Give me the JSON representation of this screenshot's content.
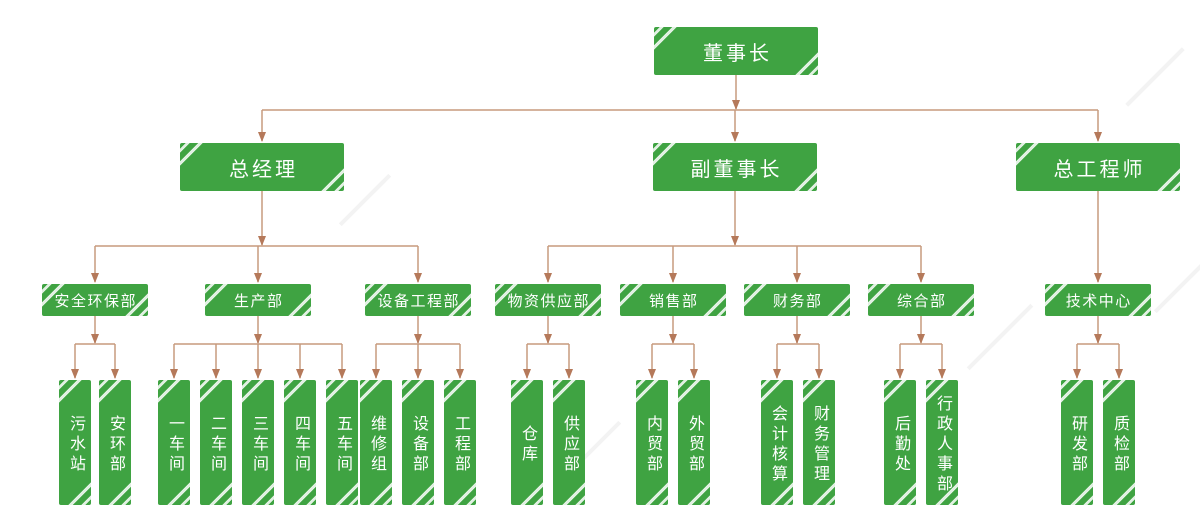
{
  "colors": {
    "node_green": "#3fa342",
    "node_text": "#ffffff",
    "connector_line": "#c79a7d",
    "connector_arrow": "#b5795a",
    "background": "#ffffff"
  },
  "orgchart": {
    "nodes": [
      {
        "id": "chairman",
        "label": "董事长",
        "level": 1
      },
      {
        "id": "general-manager",
        "label": "总经理",
        "level": 2
      },
      {
        "id": "vice-chairman",
        "label": "副董事长",
        "level": 2
      },
      {
        "id": "chief-engineer",
        "label": "总工程师",
        "level": 2
      },
      {
        "id": "safety-environment-dept",
        "label": "安全环保部",
        "level": 3
      },
      {
        "id": "production-dept",
        "label": "生产部",
        "level": 3
      },
      {
        "id": "equipment-engineering-dept",
        "label": "设备工程部",
        "level": 3
      },
      {
        "id": "material-supply-dept",
        "label": "物资供应部",
        "level": 3
      },
      {
        "id": "sales-dept",
        "label": "销售部",
        "level": 3
      },
      {
        "id": "finance-dept",
        "label": "财务部",
        "level": 3
      },
      {
        "id": "general-affairs-dept",
        "label": "综合部",
        "level": 3
      },
      {
        "id": "technology-center",
        "label": "技术中心",
        "level": 3
      },
      {
        "id": "sewage-station",
        "label": "污水站",
        "level": 4
      },
      {
        "id": "safety-env-office",
        "label": "安环部",
        "level": 4
      },
      {
        "id": "workshop-1",
        "label": "一车间",
        "level": 4
      },
      {
        "id": "workshop-2",
        "label": "二车间",
        "level": 4
      },
      {
        "id": "workshop-3",
        "label": "三车间",
        "level": 4
      },
      {
        "id": "workshop-4",
        "label": "四车间",
        "level": 4
      },
      {
        "id": "workshop-5",
        "label": "五车间",
        "level": 4
      },
      {
        "id": "maintenance-group",
        "label": "维修组",
        "level": 4
      },
      {
        "id": "equipment-dept",
        "label": "设备部",
        "level": 4
      },
      {
        "id": "engineering-dept",
        "label": "工程部",
        "level": 4
      },
      {
        "id": "warehouse",
        "label": "仓库",
        "level": 4
      },
      {
        "id": "supply-dept",
        "label": "供应部",
        "level": 4
      },
      {
        "id": "domestic-trade-dept",
        "label": "内贸部",
        "level": 4
      },
      {
        "id": "foreign-trade-dept",
        "label": "外贸部",
        "level": 4
      },
      {
        "id": "accounting",
        "label": "会计核算",
        "level": 4
      },
      {
        "id": "financial-management",
        "label": "财务管理",
        "level": 4
      },
      {
        "id": "logistics-office",
        "label": "后勤处",
        "level": 4
      },
      {
        "id": "admin-hr-dept",
        "label": "行政人事部",
        "level": 4
      },
      {
        "id": "rd-dept",
        "label": "研发部",
        "level": 4
      },
      {
        "id": "quality-inspection-dept",
        "label": "质检部",
        "level": 4
      }
    ],
    "hierarchy": {
      "董事长": [
        "总经理",
        "副董事长",
        "总工程师"
      ],
      "总经理": [
        "安全环保部",
        "生产部",
        "设备工程部"
      ],
      "副董事长": [
        "物资供应部",
        "销售部",
        "财务部",
        "综合部"
      ],
      "总工程师": [
        "技术中心"
      ],
      "安全环保部": [
        "污水站",
        "安环部"
      ],
      "生产部": [
        "一车间",
        "二车间",
        "三车间",
        "四车间",
        "五车间"
      ],
      "设备工程部": [
        "维修组",
        "设备部",
        "工程部"
      ],
      "物资供应部": [
        "仓库",
        "供应部"
      ],
      "销售部": [
        "内贸部",
        "外贸部"
      ],
      "财务部": [
        "会计核算",
        "财务管理"
      ],
      "综合部": [
        "后勤处",
        "行政人事部"
      ],
      "技术中心": [
        "研发部",
        "质检部"
      ]
    }
  }
}
